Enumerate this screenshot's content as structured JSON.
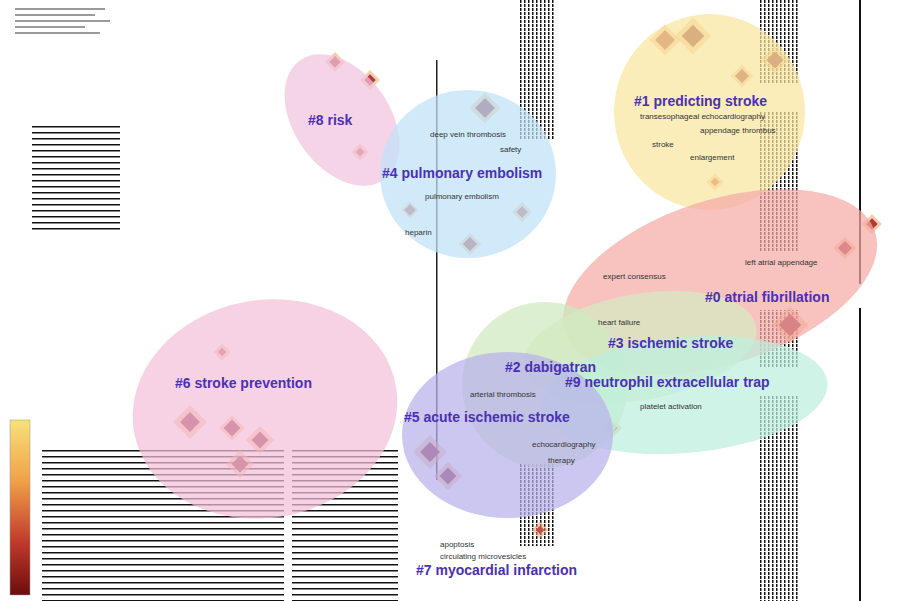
{
  "diagram": {
    "nodes": [
      {
        "text": [
          "#1 predicting stroke"
        ]
      },
      {
        "text": [
          "#8 risk"
        ]
      },
      {
        "text": [
          "#4 pulmonary embolism"
        ]
      },
      {
        "text": [
          "#0 atrial fibrillation"
        ]
      },
      {
        "text": [
          "#3 ischemic stroke"
        ]
      },
      {
        "text": [
          "#2 dabigatran"
        ]
      },
      {
        "text": [
          "#9 neutrophil extracellular trap"
        ]
      },
      {
        "text": [
          "#6 stroke prevention"
        ]
      },
      {
        "text": [
          "#5 acute ischemic stroke"
        ]
      },
      {
        "text": [
          "#7 myocardial infarction"
        ]
      }
    ],
    "labels": [
      "transesophageal echocardiography",
      "appendage thrombus",
      "stroke",
      "enlargement",
      "deep vein thrombosis",
      "safety",
      "pulmonary embolism",
      "heparin",
      "left atrial appendage",
      "expert consensus",
      "heart failure",
      "arterial thrombosis",
      "platelet activation",
      "echocardiography",
      "therapy",
      "apoptosis",
      "circulating microvesicles"
    ]
  }
}
